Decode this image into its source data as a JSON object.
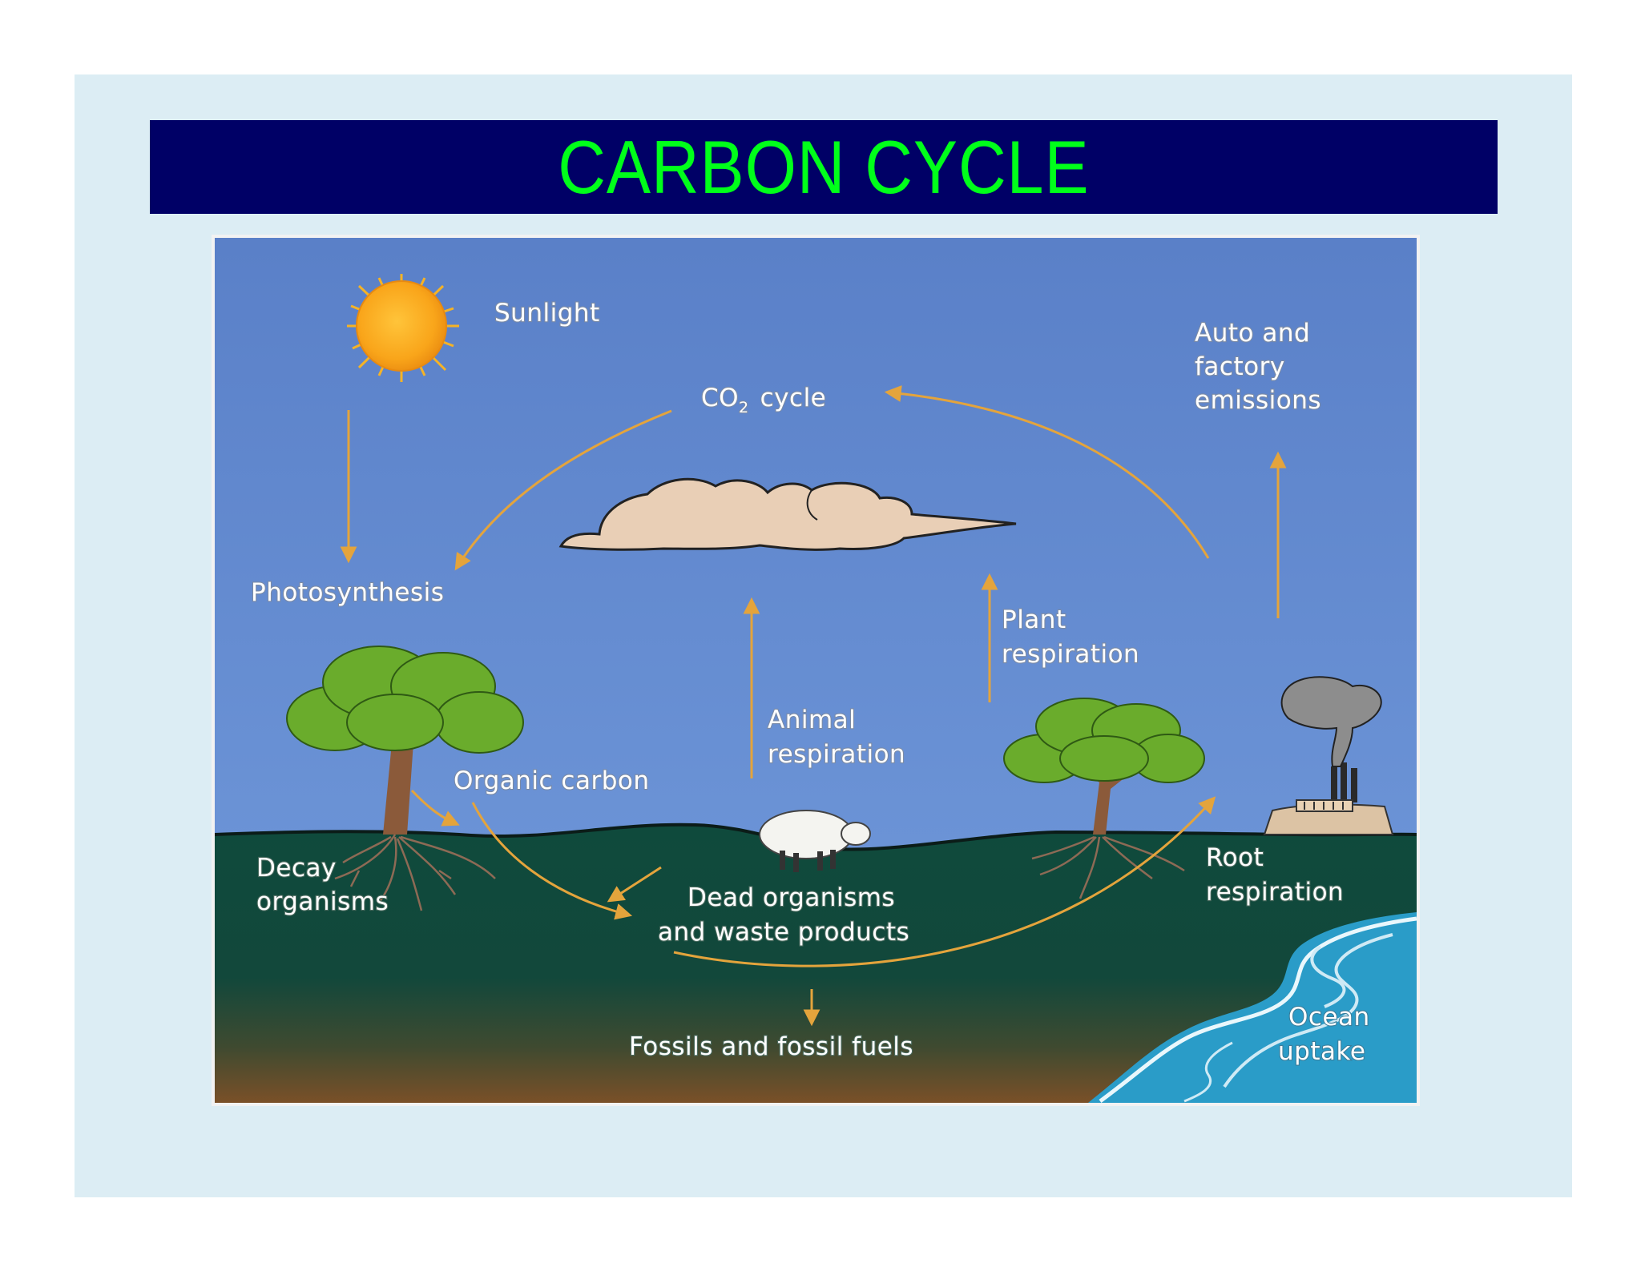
{
  "title": "CARBON CYCLE",
  "colors": {
    "slide_bg": "#dcedf4",
    "title_bar": "#000066",
    "title_text": "#00ff1a",
    "sky": "#5f86cc",
    "ground": "#0f4a3c",
    "water": "#2a9cc8",
    "arrow": "#e4a43c"
  },
  "diagram": {
    "labels": {
      "sunlight": "Sunlight",
      "co2_prefix": "CO",
      "co2_sub": "2",
      "co2_suffix": "cycle",
      "auto_line1": "Auto and",
      "auto_line2": "factory",
      "auto_line3": "emissions",
      "photosynthesis": "Photosynthesis",
      "plant_resp_line1": "Plant",
      "plant_resp_line2": "respiration",
      "animal_resp_line1": "Animal",
      "animal_resp_line2": "respiration",
      "organic_carbon": "Organic carbon",
      "decay_line1": "Decay",
      "decay_line2": "organisms",
      "dead_line1": "Dead organisms",
      "dead_line2": "and waste products",
      "root_line1": "Root",
      "root_line2": "respiration",
      "fossils": "Fossils and fossil fuels",
      "ocean_line1": "Ocean",
      "ocean_line2": "uptake"
    },
    "icons": [
      "sun-icon",
      "cloud-icon",
      "tree-icon",
      "sheep-icon",
      "factory-icon",
      "smoke-icon",
      "ocean-icon"
    ]
  }
}
